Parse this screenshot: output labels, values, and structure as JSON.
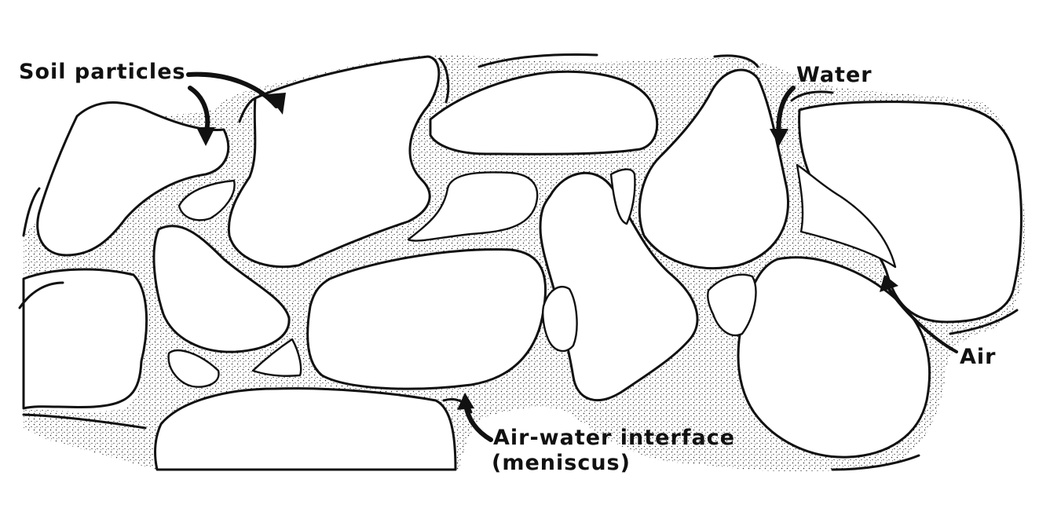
{
  "labels": {
    "soil_particles": "Soil particles",
    "water": "Water",
    "air": "Air",
    "interface_line1": "Air-water interface",
    "interface_line2": "(meniscus)"
  },
  "colors": {
    "background": "#ffffff",
    "ink": "#111111",
    "water_stipple": "#2a2a2a"
  },
  "icons": {
    "arrow": "curved-arrow"
  }
}
